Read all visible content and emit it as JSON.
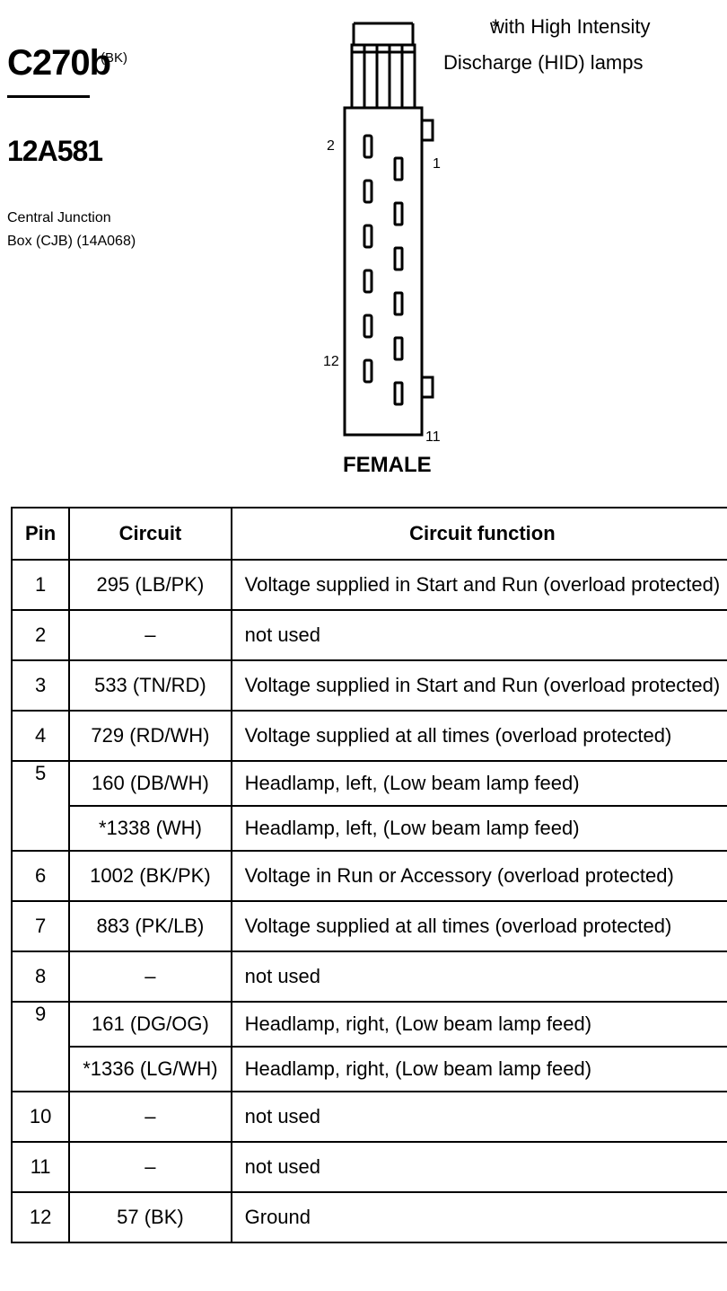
{
  "connector": {
    "id": "C270b",
    "color_code": "(BK)",
    "part_number": "12A581",
    "location_line1": "Central Junction",
    "location_line2": "Box (CJB) (14A068)"
  },
  "note": {
    "symbol": "*",
    "text": "with High Intensity Discharge (HID) lamps"
  },
  "diagram": {
    "gender": "FEMALE",
    "pin_labels": [
      "2",
      "1",
      "12",
      "11"
    ]
  },
  "table": {
    "headers": [
      "Pin",
      "Circuit",
      "Circuit function"
    ],
    "rows": [
      {
        "pin": "1",
        "circuit": "295 (LB/PK)",
        "function": "Voltage supplied in Start and Run (overload protected)"
      },
      {
        "pin": "2",
        "circuit": "–",
        "function": "not used"
      },
      {
        "pin": "3",
        "circuit": "533 (TN/RD)",
        "function": "Voltage supplied in Start and Run (overload protected)"
      },
      {
        "pin": "4",
        "circuit": "729 (RD/WH)",
        "function": "Voltage supplied at all times (overload protected)"
      },
      {
        "pin": "5",
        "circuit": "160 (DB/WH)",
        "function": "Headlamp, left, (Low beam lamp feed)",
        "alt_circuit": "*1338 (WH)",
        "alt_function": "Headlamp, left, (Low beam lamp feed)"
      },
      {
        "pin": "6",
        "circuit": "1002 (BK/PK)",
        "function": "Voltage in Run or Accessory (overload protected)"
      },
      {
        "pin": "7",
        "circuit": "883 (PK/LB)",
        "function": "Voltage supplied at all times (overload protected)"
      },
      {
        "pin": "8",
        "circuit": "–",
        "function": "not used"
      },
      {
        "pin": "9",
        "circuit": "161 (DG/OG)",
        "function": "Headlamp, right, (Low beam lamp feed)",
        "alt_circuit": "*1336 (LG/WH)",
        "alt_function": "Headlamp, right, (Low beam lamp feed)"
      },
      {
        "pin": "10",
        "circuit": "–",
        "function": "not used"
      },
      {
        "pin": "11",
        "circuit": "–",
        "function": "not used"
      },
      {
        "pin": "12",
        "circuit": "57 (BK)",
        "function": "Ground"
      }
    ]
  }
}
